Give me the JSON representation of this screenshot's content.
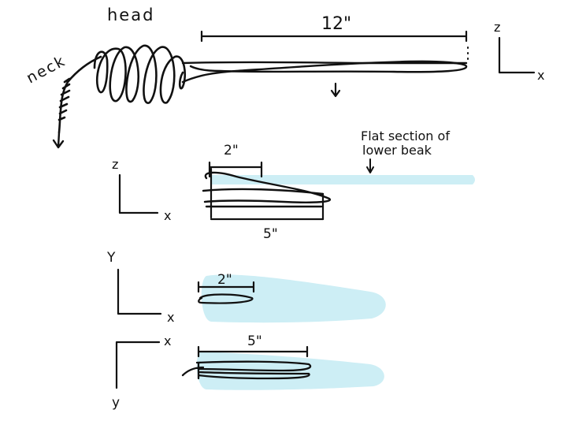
{
  "colors": {
    "ink": "#111111",
    "highlight": "#cdeef5",
    "background": "#ffffff"
  },
  "labels": {
    "head": "head",
    "neck": "neck",
    "length_top": "12\"",
    "flat_section_line1": "Flat section of",
    "flat_section_line2": "lower beak",
    "dim_2in": "2\"",
    "dim_5in": "5\""
  },
  "axes": {
    "x": "x",
    "y": "Y",
    "y_lower": "y",
    "z": "z"
  }
}
